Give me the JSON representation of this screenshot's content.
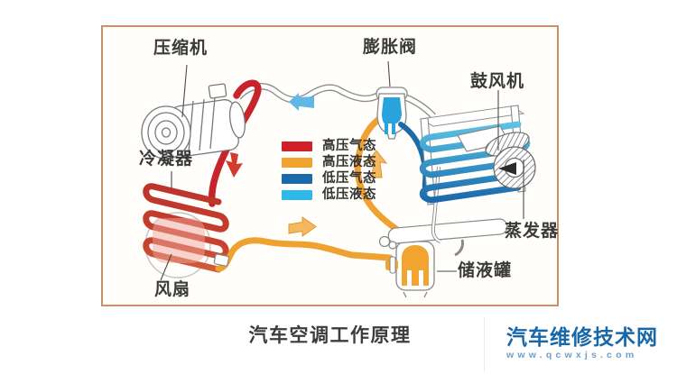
{
  "diagram": {
    "title": "汽车空调工作原理",
    "labels": {
      "compressor": "压缩机",
      "expansion_valve": "膨胀阀",
      "blower": "鼓风机",
      "condenser": "冷凝器",
      "fan": "风扇",
      "evaporator": "蒸发器",
      "receiver_drier": "储液罐"
    },
    "legend": {
      "items": [
        {
          "label": "高压气态",
          "color": "#D02128"
        },
        {
          "label": "高压液态",
          "color": "#F0A32F"
        },
        {
          "label": "低压气态",
          "color": "#1A6AAB"
        },
        {
          "label": "低压液态",
          "color": "#2FB9E9"
        }
      ]
    },
    "colors": {
      "frame_border": "#C89068",
      "high_pressure_gas_pipe": "#C7242B",
      "high_pressure_liquid_pipe": "#EFA230",
      "low_pressure_gas_pipe": "#1B6BA9",
      "low_pressure_liquid_pipe": "#2FB9E9",
      "watermark_blue": "#1767A9"
    }
  },
  "watermark": {
    "site_name": "汽车维修技术网",
    "site_url": "www.qcwxjs.com"
  }
}
